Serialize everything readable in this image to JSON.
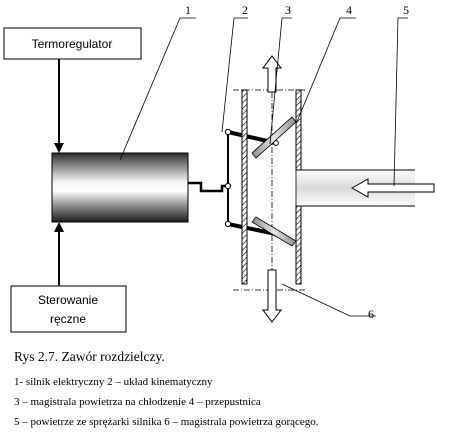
{
  "boxes": {
    "termoregulator": "Termoregulator",
    "manual_line1": "Sterowanie",
    "manual_line2": "ręczne"
  },
  "callouts": [
    "1",
    "2",
    "3",
    "4",
    "5",
    "6"
  ],
  "caption": {
    "title": "Rys 2.7. Zawór rozdzielczy.",
    "legend_lines": [
      "1- silnik elektryczny       2 – układ kinematyczny",
      "3 – magistrala powietrza na chłodzenie    4 – przepustnica",
      "5 – powietrze ze sprężarki silnika    6 – magistrala powietrza gorącego."
    ]
  },
  "colors": {
    "line": "#000000",
    "background": "#ffffff"
  }
}
